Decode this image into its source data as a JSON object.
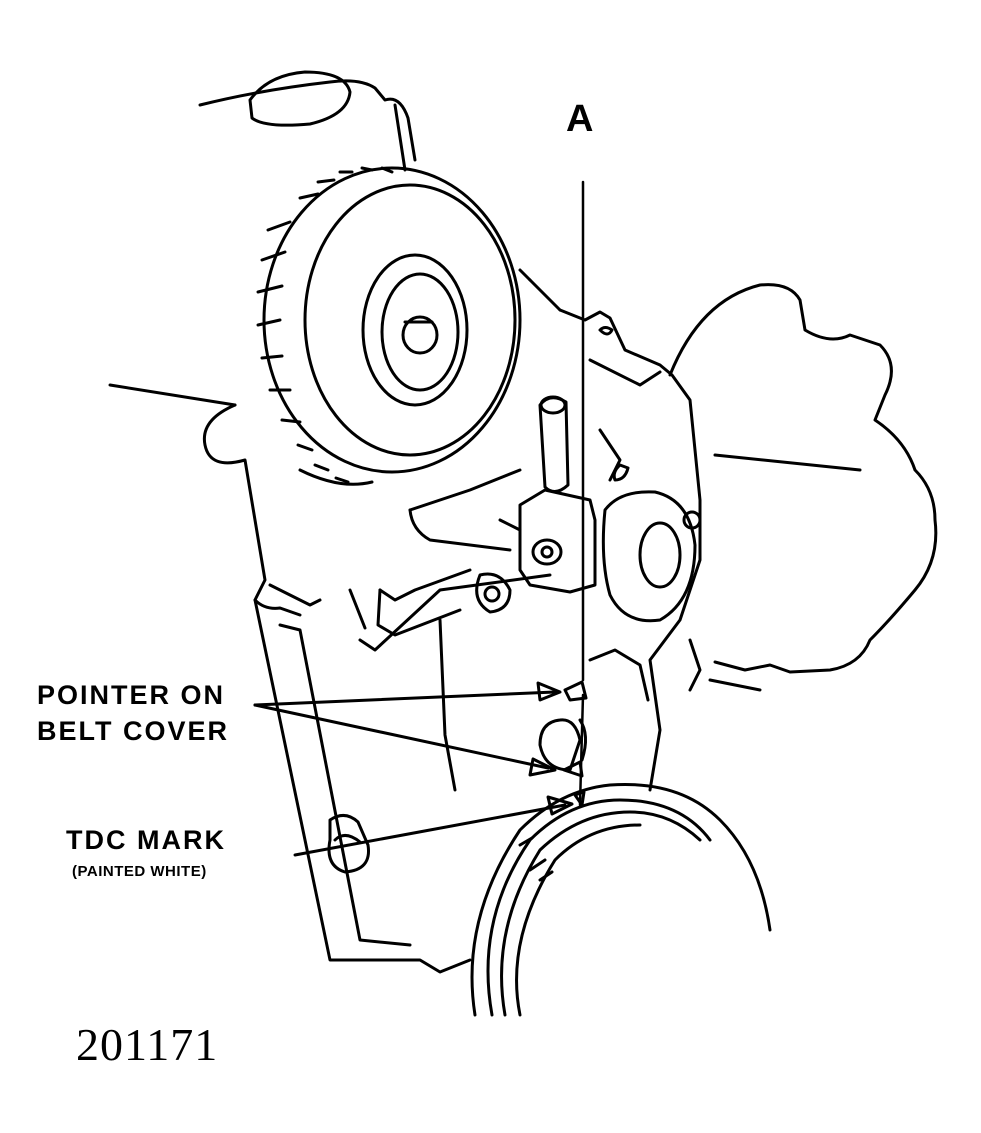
{
  "labels": {
    "view_marker": "A",
    "pointer_line1": "POINTER ON",
    "pointer_line2": "BELT COVER",
    "tdc_mark": "TDC MARK",
    "tdc_note": "(PAINTED WHITE)"
  },
  "figure_number": "201171"
}
